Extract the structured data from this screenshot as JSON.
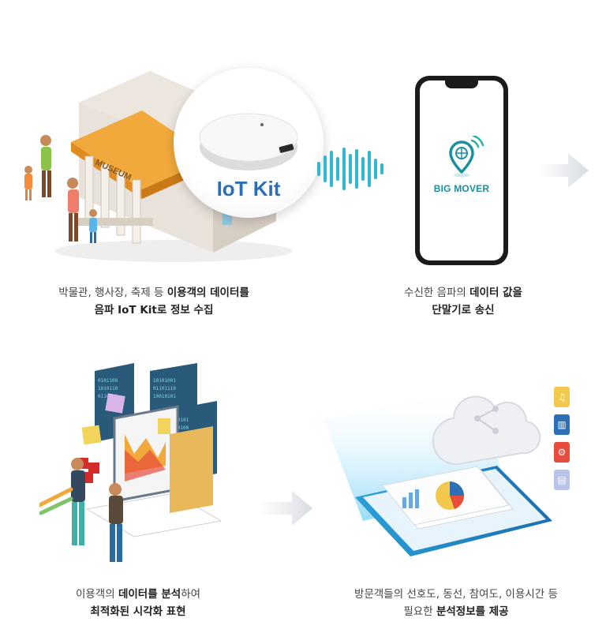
{
  "step1": {
    "iot_label": "IoT Kit",
    "building_sign": "MUSEUM",
    "caption_line1_plain": "박물관, 행사장, 축제 등 ",
    "caption_line1_bold": "이용객의 데이터를",
    "caption_line2_bold": "음파 IoT Kit로 정보 수집"
  },
  "step2": {
    "app_name": "BIG MOVER",
    "caption_line1_plain": "수신한 음파의 ",
    "caption_line1_bold": "데이터 값을",
    "caption_line2_bold": "단말기로 송신"
  },
  "step3": {
    "caption_line1_plain_a": "이용객의 ",
    "caption_line1_bold": "데이터를 분석",
    "caption_line1_plain_b": "하여",
    "caption_line2_bold": "최적화된 시각화 표현"
  },
  "step4": {
    "caption_line1_plain": "방문객들의 선호도, 동선, 참여도, 이용시간 등",
    "caption_line2_plain": "필요한 ",
    "caption_line2_bold": "분석정보를 제공"
  },
  "icons": {
    "music": "music-icon",
    "chart": "chart-icon",
    "gear": "gear-icon",
    "document": "document-icon"
  },
  "colors": {
    "accent_blue": "#2d6fb7",
    "app_teal": "#1a8fa0",
    "roof_orange": "#f2a93b",
    "wave_teal": "#23c4c8",
    "arrow_gray": "#d9dde3"
  }
}
